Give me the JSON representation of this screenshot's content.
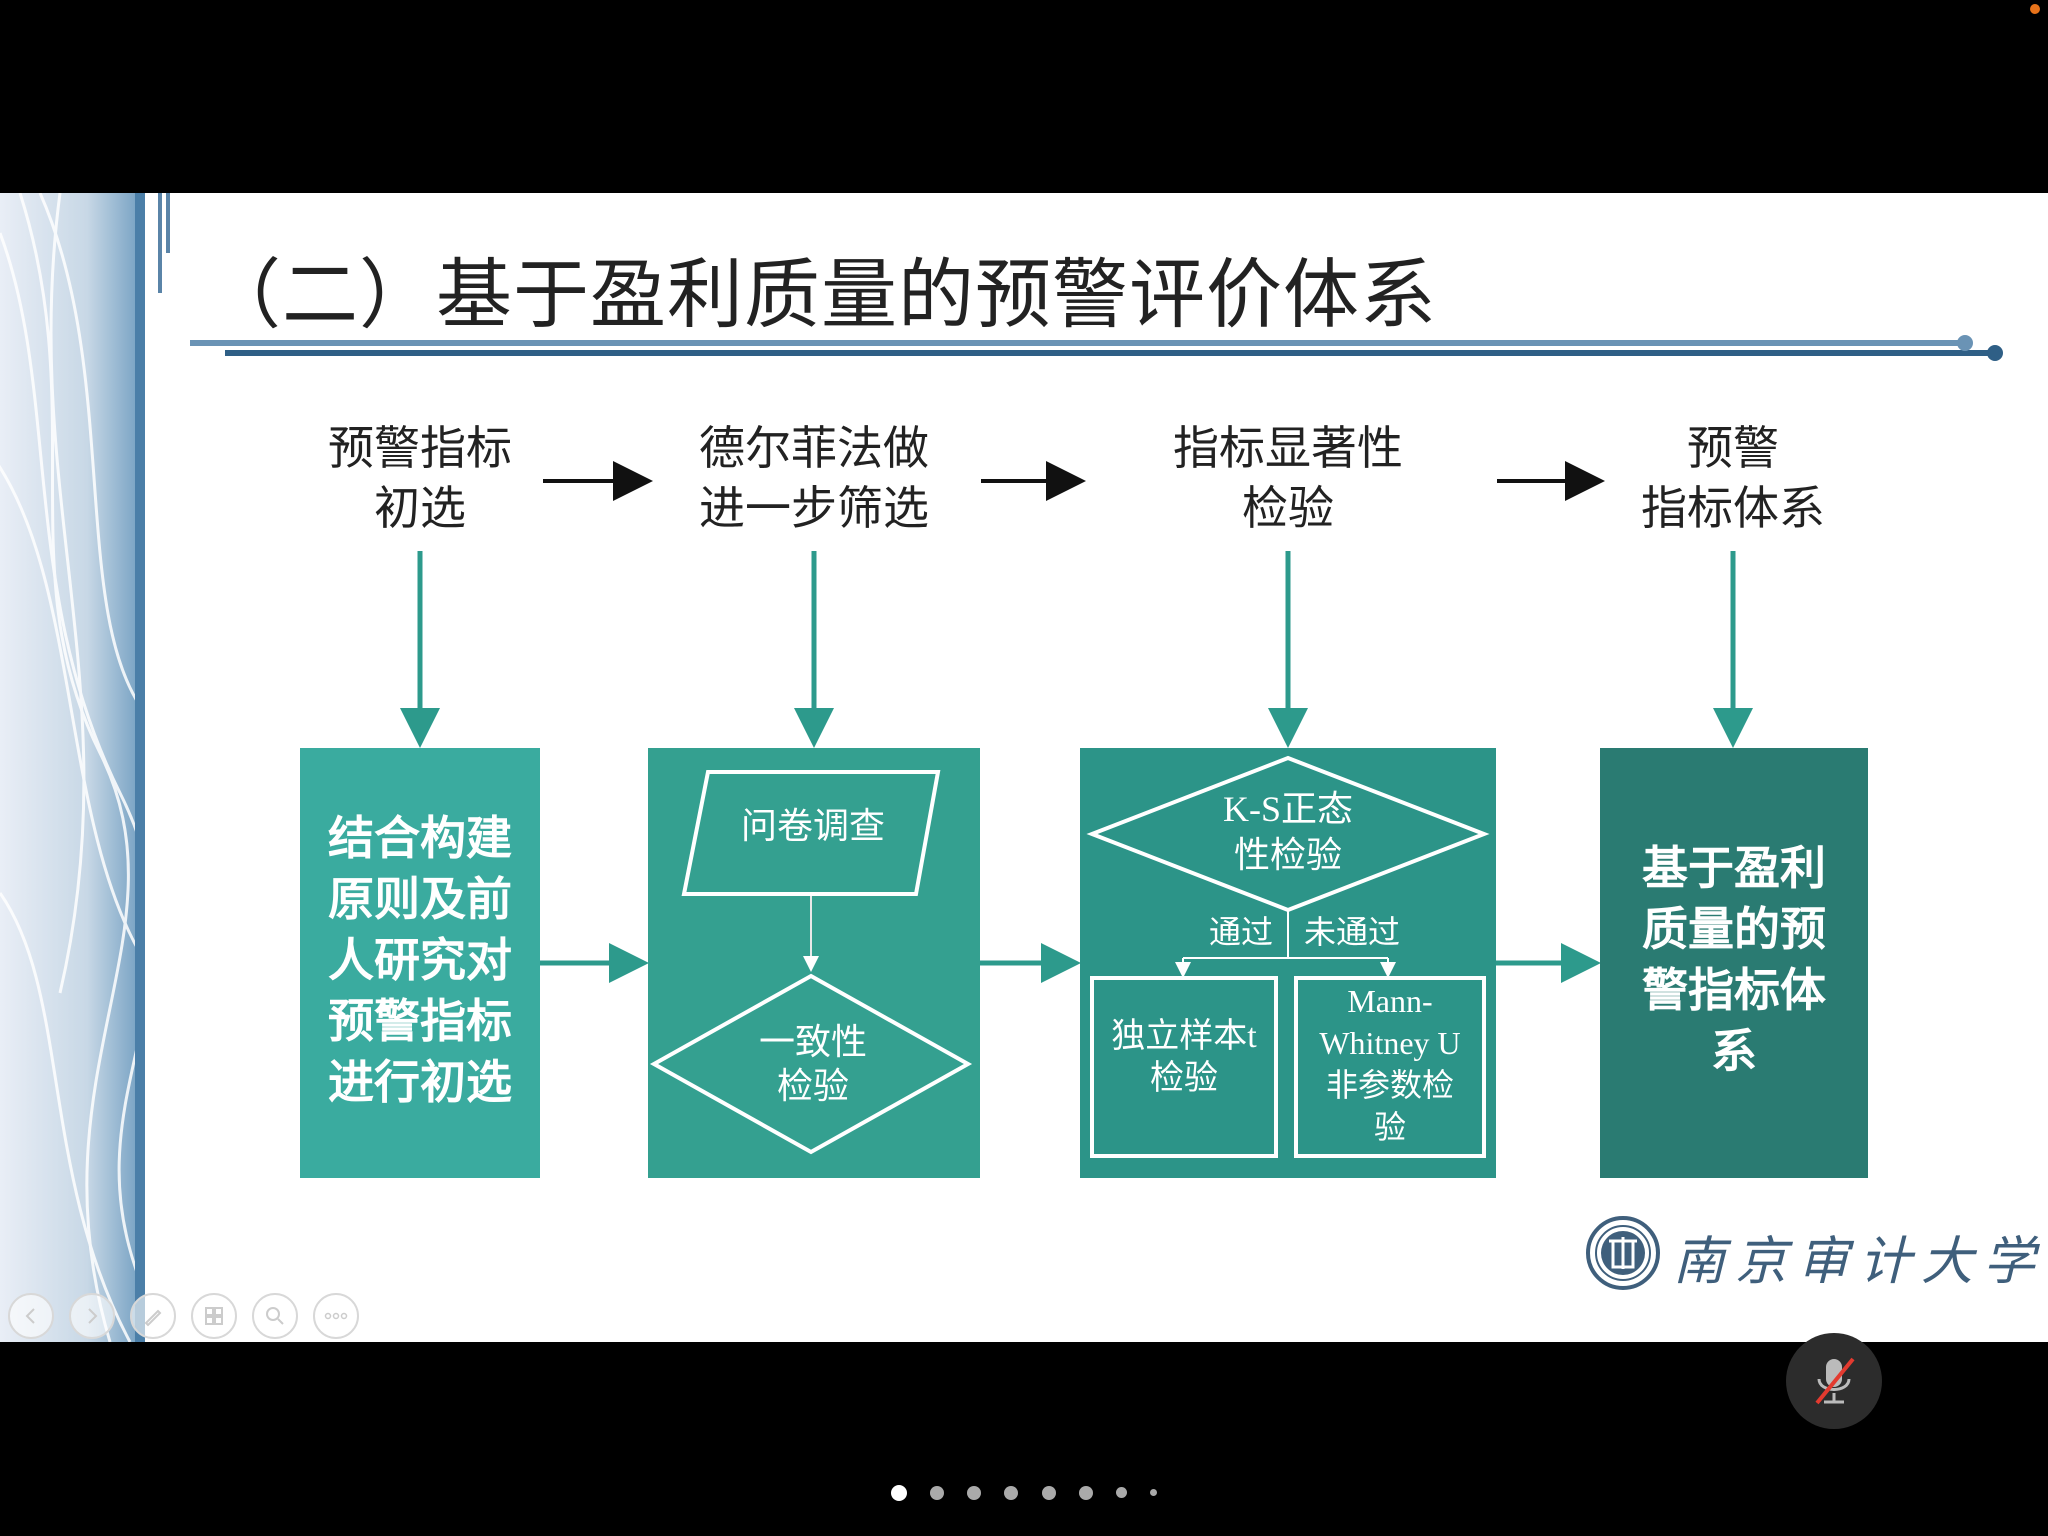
{
  "slide": {
    "title": "（二）基于盈利质量的预警评价体系",
    "stages": [
      {
        "label": "预警指标\n初选"
      },
      {
        "label": "德尔菲法做\n进一步筛选"
      },
      {
        "label": "指标显著性\n检验"
      },
      {
        "label": "预警\n指标体系"
      }
    ],
    "box1": {
      "text": "结合构建\n原则及前\n人研究对\n预警指标\n进行初选"
    },
    "box2": {
      "questionnaire": "问卷调查",
      "consistency": "一致性\n检验"
    },
    "box3": {
      "ks_test": "K-S正态\n性检验",
      "pass": "通过",
      "fail": "未通过",
      "t_test": "独立样本t\n检验",
      "mw_test": "Mann-\nWhitney U\n非参数检\n验"
    },
    "box4": {
      "text": "基于盈利\n质量的预\n警指标体\n系"
    },
    "logo_text": "南京审计大学"
  },
  "colors": {
    "teal1": "#3aab9f",
    "teal2": "#34a090",
    "teal3": "#2c9488",
    "teal4": "#2a7b72",
    "arrow": "#2d9a8c",
    "rule": "#4f7fa6"
  },
  "player": {
    "controls": [
      "prev-icon",
      "next-icon",
      "pen-icon",
      "slides-icon",
      "zoom-icon",
      "more-icon"
    ],
    "page_count": 8,
    "current_page": 1
  }
}
